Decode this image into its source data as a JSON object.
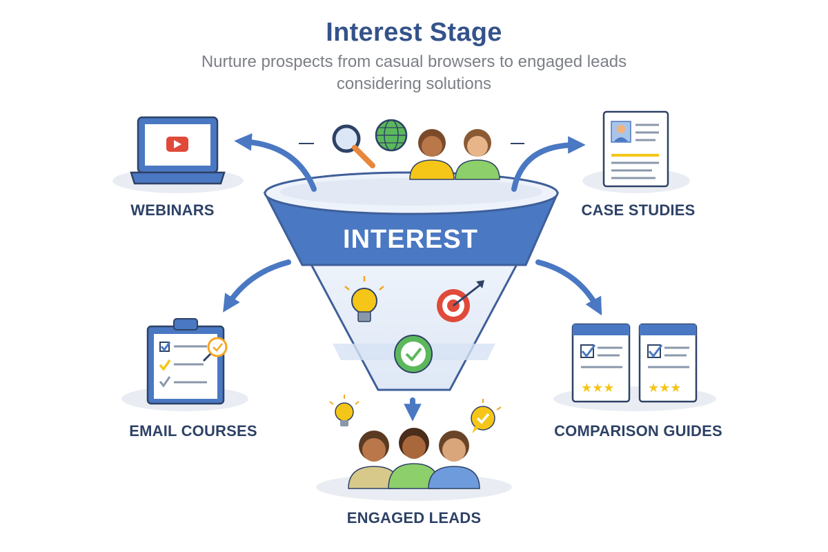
{
  "header": {
    "title": "Interest Stage",
    "subtitle": "Nurture prospects from casual browsers to engaged leads considering solutions"
  },
  "funnel": {
    "label": "INTEREST"
  },
  "channels": {
    "webinars": "WEBINARS",
    "case_studies": "CASE STUDIES",
    "email_courses": "EMAIL COURSES",
    "comparison_guides": "COMPARISON GUIDES"
  },
  "outcome": {
    "label": "ENGAGED LEADS"
  },
  "colors": {
    "primary_blue": "#4a78c2",
    "dark_navy": "#2e4266",
    "accent_yellow": "#f5c518",
    "accent_green": "#5cb85c",
    "target_red": "#e04a3a"
  },
  "icons": {
    "webinars": "laptop-video-icon",
    "case_studies": "document-profile-icon",
    "email_courses": "clipboard-checklist-icon",
    "comparison_guides": "comparison-documents-icon",
    "funnel_top": [
      "magnifier-icon",
      "globe-icon",
      "person-icon",
      "person-icon"
    ],
    "funnel_inner": [
      "lightbulb-icon",
      "target-icon",
      "checkmark-icon"
    ],
    "outcome": [
      "lightbulb-icon",
      "checkmark-bubble-icon",
      "person-icon",
      "person-icon",
      "person-icon"
    ]
  }
}
